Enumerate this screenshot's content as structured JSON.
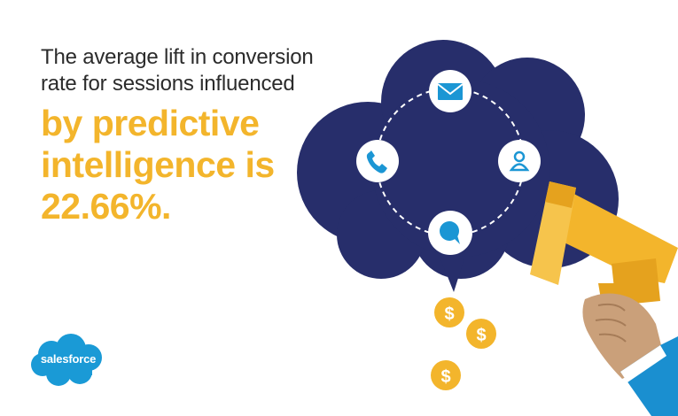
{
  "headline": {
    "intro_line1": "The average lift in conversion",
    "intro_line2": "rate for sessions influenced",
    "emph_line1": "by predictive",
    "emph_line2": "intelligence is",
    "emph_line3": "22.66%."
  },
  "logo": {
    "text": "salesforce"
  },
  "coins": {
    "symbol": "$"
  },
  "icons": [
    "email-icon",
    "phone-icon",
    "contact-icon",
    "chat-icon"
  ],
  "colors": {
    "cloud": "#272e6b",
    "accent_yellow": "#f3b52c",
    "icon_blue": "#1b96d4",
    "logo_blue": "#1a9ad6",
    "text_dark": "#2b2b2b"
  }
}
